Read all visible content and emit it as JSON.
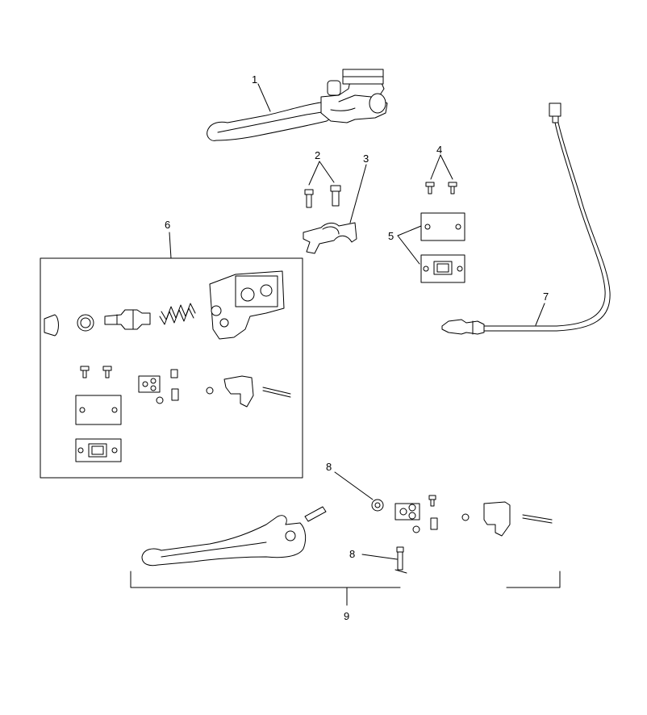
{
  "callouts": [
    {
      "id": "1",
      "label": "1",
      "part": "master cylinder with lever"
    },
    {
      "id": "2",
      "label": "2",
      "part": "clamp bolts"
    },
    {
      "id": "3",
      "label": "3",
      "part": "handlebar clamp"
    },
    {
      "id": "4",
      "label": "4",
      "part": "cover screws"
    },
    {
      "id": "5",
      "label": "5",
      "part": "reservoir cover and diaphragm"
    },
    {
      "id": "6",
      "label": "6",
      "part": "master cylinder rebuild kit"
    },
    {
      "id": "7",
      "label": "7",
      "part": "brake light switch"
    },
    {
      "id": "8a",
      "label": "8",
      "part": "lever pivot bushing"
    },
    {
      "id": "8b",
      "label": "8",
      "part": "lever pivot bolt"
    },
    {
      "id": "9",
      "label": "9",
      "part": "lever kit"
    }
  ]
}
